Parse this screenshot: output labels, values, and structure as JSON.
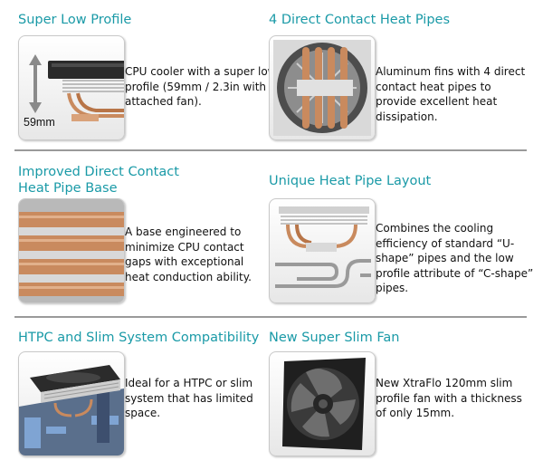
{
  "features": [
    {
      "title": "Super Low Profile",
      "description": "CPU cooler with a super low profile (59mm / 2.3in with attached fan).",
      "image_label": "59mm"
    },
    {
      "title": "4 Direct Contact Heat Pipes",
      "description": "Aluminum fins with 4 direct contact heat pipes to provide excellent heat dissipation."
    },
    {
      "title_line1": "Improved Direct Contact",
      "title_line2": "Heat Pipe Base",
      "description": "A base engineered to minimize CPU contact gaps with exceptional heat conduction ability."
    },
    {
      "title": "Unique Heat Pipe Layout",
      "description": "Combines the cooling efficiency of standard “U-shape” pipes and the low profile attribute of “C-shape” pipes."
    },
    {
      "title": "HTPC and Slim System Compatibility",
      "description": "Ideal for a HTPC or slim system that has limited space."
    },
    {
      "title": "New Super Slim Fan",
      "description": "New XtraFlo 120mm slim profile fan with a thickness of only 15mm."
    }
  ],
  "colors": {
    "title": "#1a9aa7",
    "divider": "#9a9a9a",
    "copper": "#c98a5e",
    "fin": "#c4c4c4"
  }
}
